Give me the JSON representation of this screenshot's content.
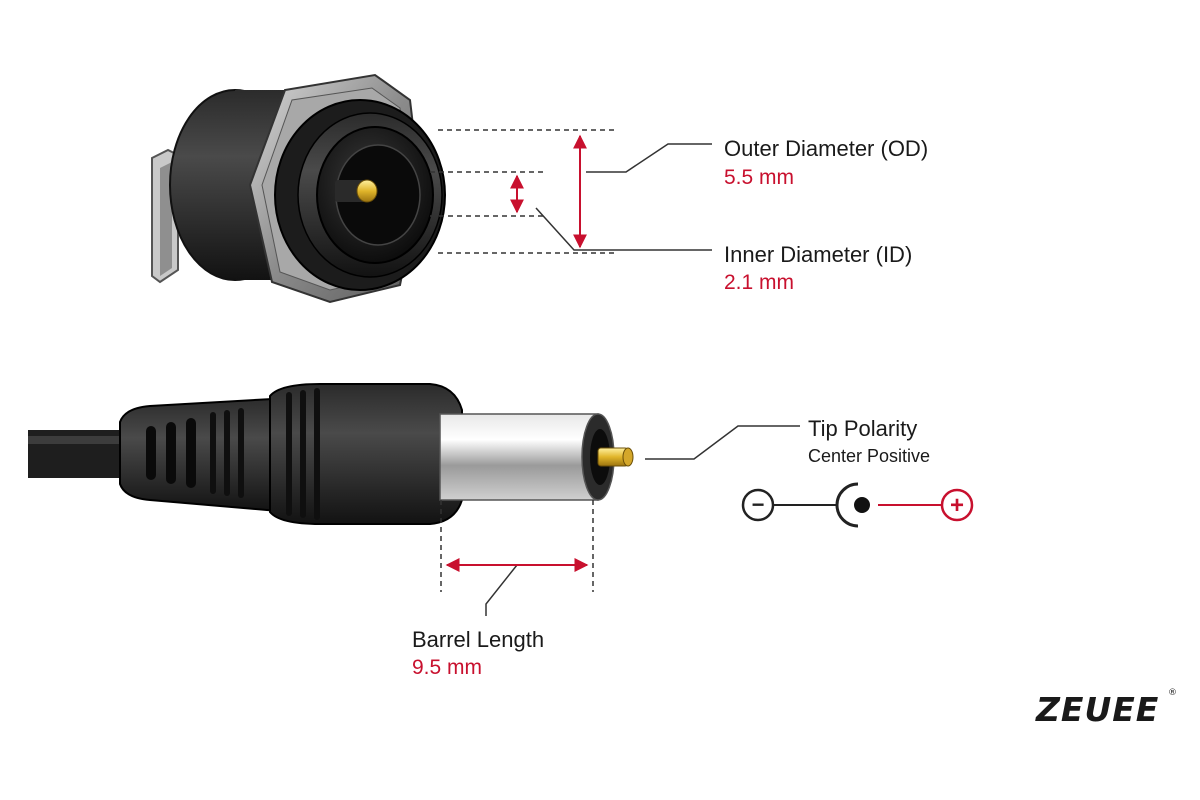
{
  "callouts": {
    "outer_diameter": {
      "title": "Outer Diameter (OD)",
      "value": "5.5 mm"
    },
    "inner_diameter": {
      "title": "Inner Diameter (ID)",
      "value": "2.1 mm"
    },
    "tip_polarity": {
      "title": "Tip Polarity",
      "subtitle": "Center Positive"
    },
    "barrel_length": {
      "title": "Barrel Length",
      "value": "9.5 mm"
    }
  },
  "polarity_symbol": {
    "negative": "−",
    "positive": "+"
  },
  "brand": {
    "logo": "ZEUEE",
    "registered": "®"
  },
  "icons": [
    "dc-jack-socket-illustration",
    "dc-barrel-plug-illustration",
    "polarity-symbol-icon"
  ],
  "colors": {
    "accent": "#c8102e",
    "text": "#1a1a1a",
    "line": "#333333"
  }
}
